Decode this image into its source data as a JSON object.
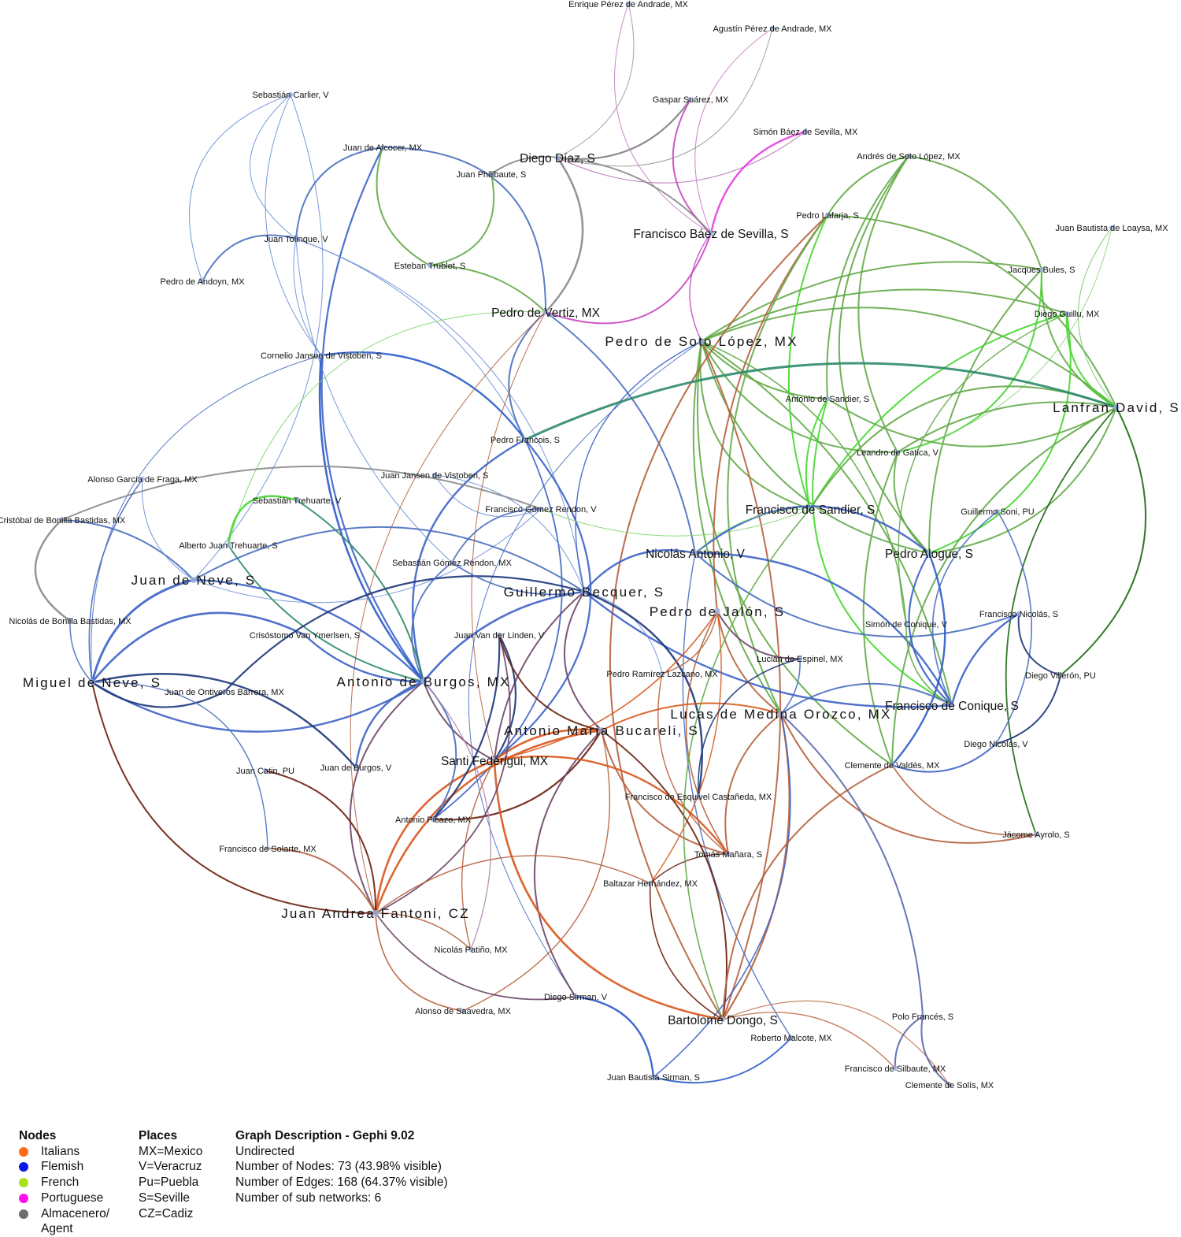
{
  "nodes": [
    {
      "label": "Enrique Pérez de Andrade, MX",
      "tier": "s"
    },
    {
      "label": "Agustín Pérez de Andrade, MX",
      "tier": "s"
    },
    {
      "label": "Gaspar Suárez, MX",
      "tier": "s"
    },
    {
      "label": "Simón Báez de Sevilla, MX",
      "tier": "s"
    },
    {
      "label": "Diego Díaz, S",
      "tier": "m"
    },
    {
      "label": "Sebastián Carlier, V",
      "tier": "s"
    },
    {
      "label": "Juan de Alcocer, MX",
      "tier": "s"
    },
    {
      "label": "Juan Philibaute, S",
      "tier": "s"
    },
    {
      "label": "Andrés de Soto López, MX",
      "tier": "s"
    },
    {
      "label": "Pedro Lafarja, S",
      "tier": "s"
    },
    {
      "label": "Francisco Báez de Sevilla, S",
      "tier": "m"
    },
    {
      "label": "Juan Bautista de Loaysa, MX",
      "tier": "s"
    },
    {
      "label": "Juan Tolinque, V",
      "tier": "s"
    },
    {
      "label": "Esteban Trublet, S",
      "tier": "s"
    },
    {
      "label": "Jacques Bules, S",
      "tier": "s"
    },
    {
      "label": "Pedro de Andoyn, MX",
      "tier": "s"
    },
    {
      "label": "Pedro de Vertiz, MX",
      "tier": "m"
    },
    {
      "label": "Diego Guillu, MX",
      "tier": "s"
    },
    {
      "label": "Pedro de Soto López, MX",
      "tier": "l"
    },
    {
      "label": "Cornelio Jansen de Vistoben, S",
      "tier": "s"
    },
    {
      "label": "Antonio de Sandier, S",
      "tier": "s"
    },
    {
      "label": "Lanfran David, S",
      "tier": "l"
    },
    {
      "label": "Pedro Francois, S",
      "tier": "s"
    },
    {
      "label": "Leandro de Gatica, V",
      "tier": "s"
    },
    {
      "label": "Juan Jansen de Vistoben, S",
      "tier": "s"
    },
    {
      "label": "Alonso García de Fraga, MX",
      "tier": "s"
    },
    {
      "label": "Sebastián Trehuarte, V",
      "tier": "s"
    },
    {
      "label": "Francisco Gómez Rendon, V",
      "tier": "s"
    },
    {
      "label": "Francisco de Sandier, S",
      "tier": "m"
    },
    {
      "label": "Cristóbal de Bonilla Bastidas, MX",
      "tier": "s"
    },
    {
      "label": "Guillermo Soni, PU",
      "tier": "s"
    },
    {
      "label": "Alberto Juan Trehuarte, S",
      "tier": "s"
    },
    {
      "label": "Nicolás Antonio, V",
      "tier": "m"
    },
    {
      "label": "Pedro Alogue, S",
      "tier": "m"
    },
    {
      "label": "Sebastián Gómez Rendon, MX",
      "tier": "s"
    },
    {
      "label": "Juan de Neve, S",
      "tier": "l"
    },
    {
      "label": "Guillermo Becquer, S",
      "tier": "l"
    },
    {
      "label": "Pedro de Jalón, S",
      "tier": "l"
    },
    {
      "label": "Francisco Nicolás, S",
      "tier": "s"
    },
    {
      "label": "Nicolás de Bonilla Bastidas, MX",
      "tier": "s"
    },
    {
      "label": "Crisóstomo Van Ymerlsen, S",
      "tier": "s"
    },
    {
      "label": "Juan Van der Linden, V",
      "tier": "s"
    },
    {
      "label": "Simón de Conique, V",
      "tier": "s"
    },
    {
      "label": "Lucian de Espinel, MX",
      "tier": "s"
    },
    {
      "label": "Pedro Ramírez Lazcano, MX",
      "tier": "s"
    },
    {
      "label": "Diego Villerón, PU",
      "tier": "s"
    },
    {
      "label": "Miguel de Neve, S",
      "tier": "l"
    },
    {
      "label": "Antonio de Burgos, MX",
      "tier": "l"
    },
    {
      "label": "Juan de Ontiveros Barrera, MX",
      "tier": "s"
    },
    {
      "label": "Francisco de Conique, S",
      "tier": "m"
    },
    {
      "label": "Lucas de Medina Orozco, MX",
      "tier": "l"
    },
    {
      "label": "Antonio María Bucareli, S",
      "tier": "l"
    },
    {
      "label": "Diego Nicolás, V",
      "tier": "s"
    },
    {
      "label": "Santi Federigui, MX",
      "tier": "m"
    },
    {
      "label": "Clemente de Valdés, MX",
      "tier": "s"
    },
    {
      "label": "Juan de Burgos, V",
      "tier": "s"
    },
    {
      "label": "Juan Catin, PU",
      "tier": "s"
    },
    {
      "label": "Francisco de Esquivel Castañeda, MX",
      "tier": "s"
    },
    {
      "label": "Antonio Picazo, MX",
      "tier": "s"
    },
    {
      "label": "Jácome Ayrolo, S",
      "tier": "s"
    },
    {
      "label": "Francisco de Solarte, MX",
      "tier": "s"
    },
    {
      "label": "Tomás Mañara, S",
      "tier": "s"
    },
    {
      "label": "Baltazar Hernández, MX",
      "tier": "s"
    },
    {
      "label": "Juan Andrea Fantoni, CZ",
      "tier": "l"
    },
    {
      "label": "Nicolás Patiño, MX",
      "tier": "s"
    },
    {
      "label": "Diego Sirman, V",
      "tier": "s"
    },
    {
      "label": "Alonso de Saavedra, MX",
      "tier": "s"
    },
    {
      "label": "Polo Francés, S",
      "tier": "s"
    },
    {
      "label": "Bartolomé Dongo, S",
      "tier": "m"
    },
    {
      "label": "Roberto Malcote, MX",
      "tier": "s"
    },
    {
      "label": "Francisco de Silbaute, MX",
      "tier": "s"
    },
    {
      "label": "Juan Bautista Sirman, S",
      "tier": "s"
    },
    {
      "label": "Clemente de Solís, MX",
      "tier": "s"
    }
  ],
  "legend": {
    "nodes_title": "Nodes",
    "node_types": [
      {
        "label": "Italians",
        "color": "#ff6a13"
      },
      {
        "label": "Flemish",
        "color": "#0a1ae6"
      },
      {
        "label": "French",
        "color": "#a8e21d"
      },
      {
        "label": "Portuguese",
        "color": "#ff11ee"
      },
      {
        "label": "Almacenero/ Agent",
        "color": "#6e6e6e"
      }
    ],
    "places_title": "Places",
    "places": [
      "MX=Mexico",
      "V=Veracruz",
      "Pu=Puebla",
      "S=Seville",
      "CZ=Cadiz"
    ],
    "description_title": "Graph Description - Gephi 9.02",
    "description": [
      "Undirected",
      "Number of Nodes: 73 (43.98% visible)",
      "Number of Edges: 168 (64.37% visible)",
      "Number of sub networks: 6"
    ]
  }
}
